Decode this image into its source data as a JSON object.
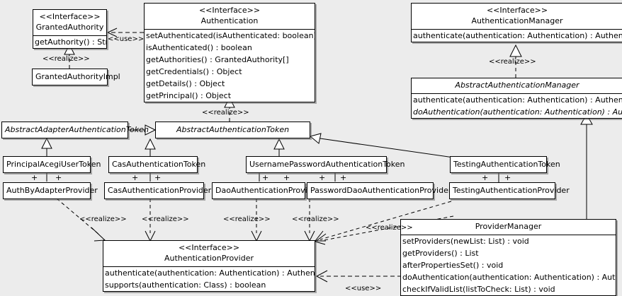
{
  "diagram": {
    "kind": "uml-class-diagram",
    "background": "#ececec",
    "line_color": "#000000",
    "box_fill": "#ffffff"
  },
  "classes": {
    "granted_authority": {
      "stereotype": "<<Interface>>",
      "name": "GrantedAuthority",
      "members": [
        "getAuthority() : String"
      ]
    },
    "granted_authority_impl": {
      "name": "GrantedAuthorityImpl",
      "members": []
    },
    "authentication": {
      "stereotype": "<<Interface>>",
      "name": "Authentication",
      "members": [
        "setAuthenticated(isAuthenticated: boolean) : void",
        "isAuthenticated() : boolean",
        "getAuthorities() : GrantedAuthority[]",
        "getCredentials() : Object",
        "getDetails() : Object",
        "getPrincipal() : Object"
      ]
    },
    "authentication_manager": {
      "stereotype": "<<Interface>>",
      "name": "AuthenticationManager",
      "members": [
        "authenticate(authentication: Authentication) : Authentication"
      ]
    },
    "abstract_authentication_manager": {
      "name": "AbstractAuthenticationManager",
      "abstract": true,
      "members": [
        "authenticate(authentication: Authentication) : Authentication",
        "doAuthentication(authentication: Authentication) : Authentication"
      ],
      "abstract_members": [
        false,
        true
      ]
    },
    "abstract_adapter_authentication_token": {
      "name": "AbstractAdapterAuthenticationToken",
      "abstract": true,
      "members": []
    },
    "abstract_authentication_token": {
      "name": "AbstractAuthenticationToken",
      "abstract": true,
      "members": []
    },
    "principal_acegi_user_token": {
      "name": "PrincipalAcegiUserToken",
      "members": []
    },
    "cas_authentication_token": {
      "name": "CasAuthenticationToken",
      "members": []
    },
    "username_password_authentication_token": {
      "name": "UsernamePasswordAuthenticationToken",
      "members": []
    },
    "testing_authentication_token": {
      "name": "TestingAuthenticationToken",
      "members": []
    },
    "auth_by_adapter_provider": {
      "name": "AuthByAdapterProvider",
      "members": []
    },
    "cas_authentication_provider": {
      "name": "CasAuthenticationProvider",
      "members": []
    },
    "dao_authentication_provider": {
      "name": "DaoAuthenticationProvider",
      "members": []
    },
    "password_dao_authentication_provider": {
      "name": "PasswordDaoAuthenticationProvider",
      "members": []
    },
    "testing_authentication_provider": {
      "name": "TestingAuthenticationProvider",
      "members": []
    },
    "authentication_provider": {
      "stereotype": "<<Interface>>",
      "name": "AuthenticationProvider",
      "members": [
        "authenticate(authentication: Authentication) : Authentication",
        "supports(authentication: Class) : boolean"
      ]
    },
    "provider_manager": {
      "name": "ProviderManager",
      "members": [
        "setProviders(newList: List) : void",
        "getProviders() : List",
        "afterPropertiesSet() : void",
        "doAuthentication(authentication: Authentication) : Authentication",
        "checkIfValidList(listToCheck: List) : void"
      ]
    }
  },
  "edge_labels": {
    "use_authentication_granted": "<<use>>",
    "realize_granted_authority": "<<realize>>",
    "realize_authentication_token": "<<realize>>",
    "realize_auth_manager": "<<realize>>",
    "realize_auth_by_adapter": "<<realize>>",
    "realize_cas_provider": "<<realize>>",
    "realize_dao_provider": "<<realize>>",
    "realize_password_dao_provider": "<<realize>>",
    "realize_testing_provider": "<<realize>>",
    "use_provider_manager": "<<use>>"
  },
  "multiplicity": {
    "plus": "+"
  }
}
